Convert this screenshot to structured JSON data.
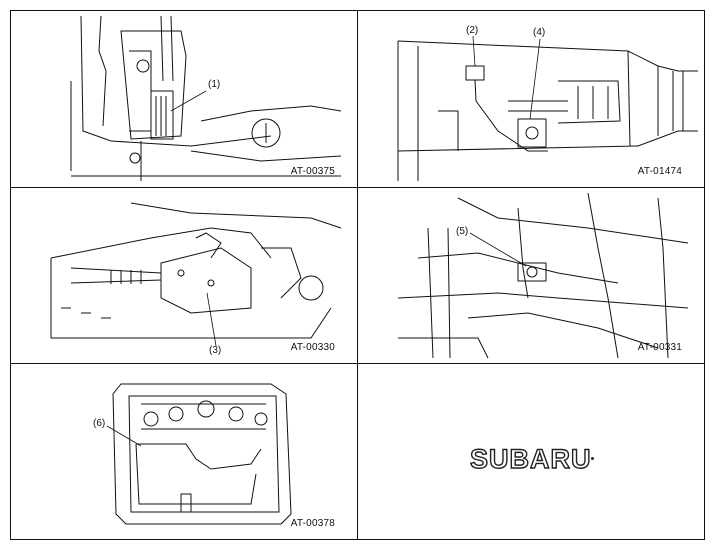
{
  "panels": [
    {
      "code": "AT-00375",
      "callouts": [
        "(1)"
      ]
    },
    {
      "code": "AT-01474",
      "callouts": [
        "(2)",
        "(4)"
      ]
    },
    {
      "code": "AT-00330",
      "callouts": [
        "(3)"
      ]
    },
    {
      "code": "AT-00331",
      "callouts": [
        "(5)"
      ]
    },
    {
      "code": "AT-00378",
      "callouts": [
        "(6)"
      ]
    }
  ],
  "logo": {
    "text": "SUBARU"
  }
}
